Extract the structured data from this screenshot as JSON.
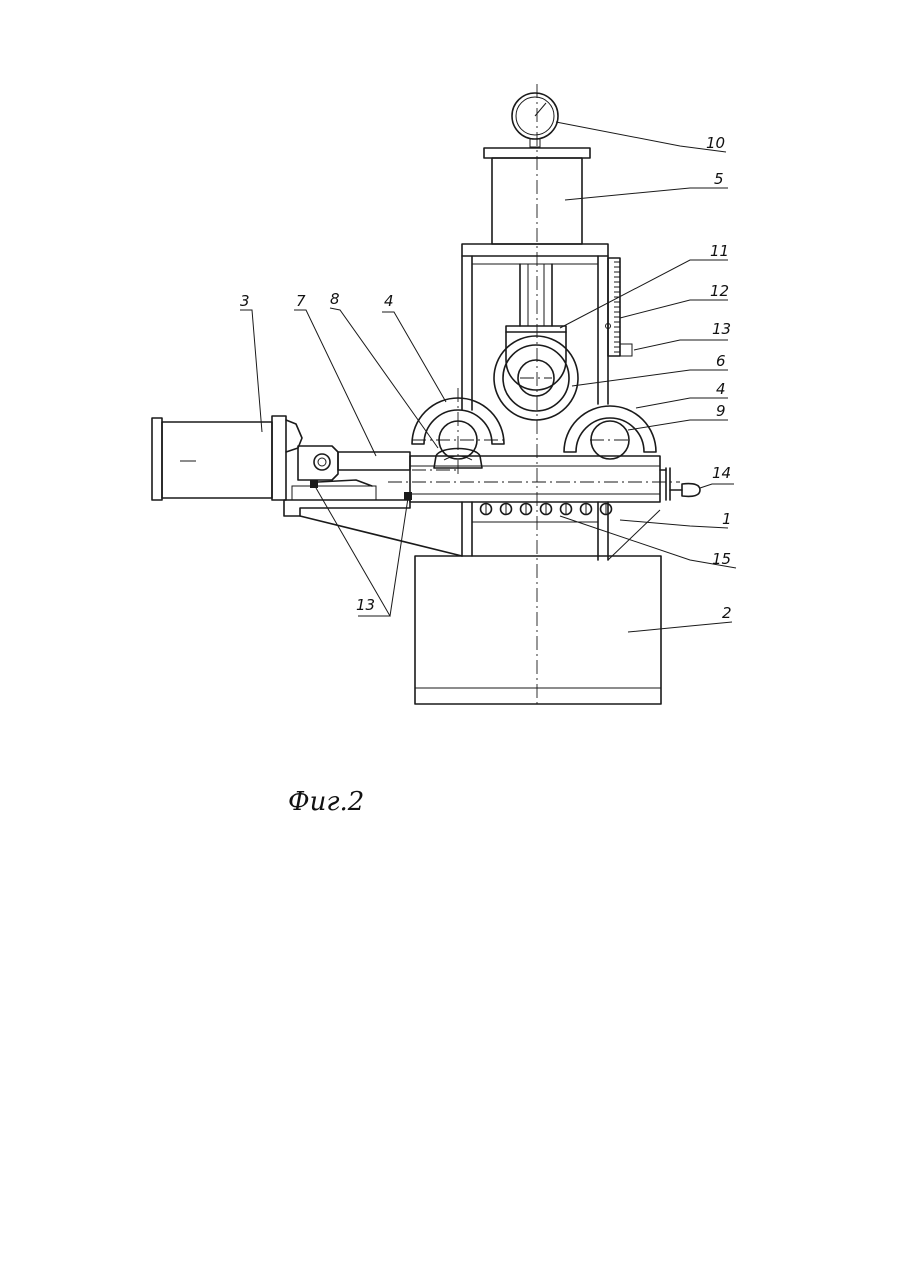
{
  "labels": {
    "l1": "1",
    "l2": "2",
    "l3": "3",
    "l4a": "4",
    "l4b": "4",
    "l5": "5",
    "l6": "6",
    "l7": "7",
    "l8": "8",
    "l9": "9",
    "l10": "10",
    "l11": "11",
    "l12": "12",
    "l13a": "13",
    "l13b": "13",
    "l14": "14",
    "l15": "15"
  },
  "caption": "Фиг.2"
}
